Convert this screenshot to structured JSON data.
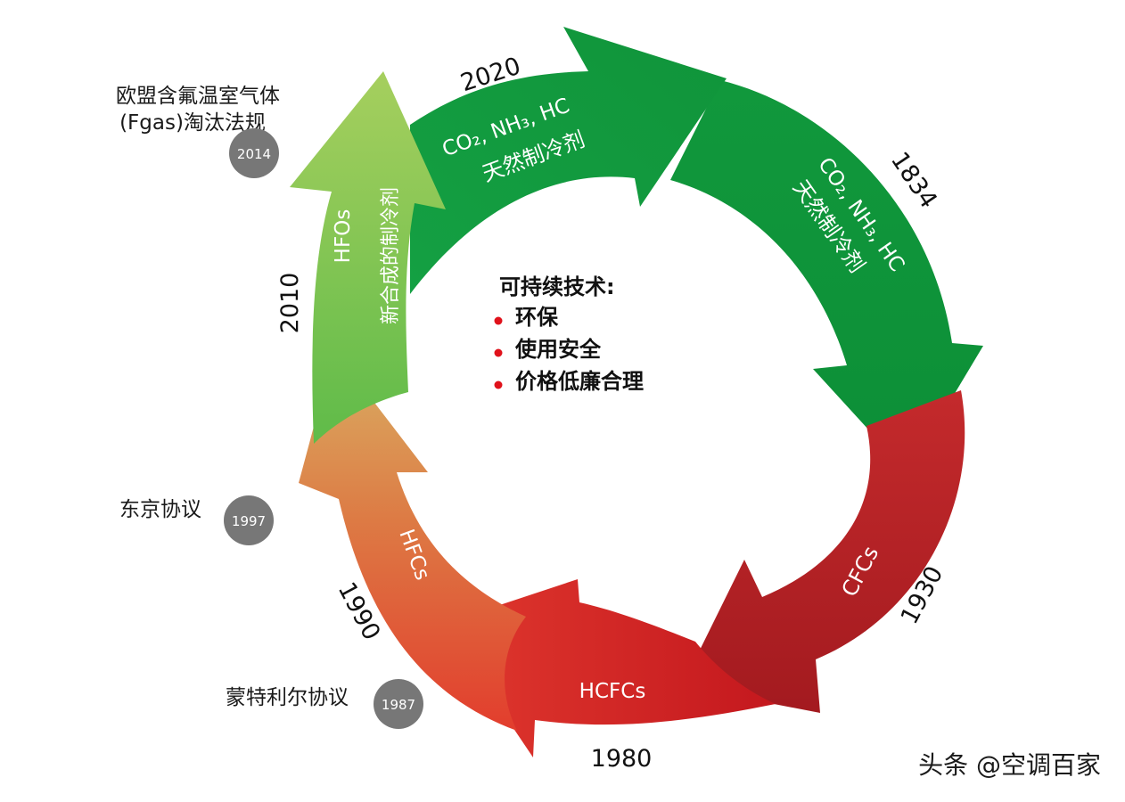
{
  "arrows": {
    "a2020": {
      "line1": "CO₂, NH₃, HC",
      "line2": "天然制冷剂"
    },
    "a1834": {
      "line1": "CO₂, NH₃, HC",
      "line2": "天然制冷剂"
    },
    "a2010": {
      "line1": "HFOs",
      "line2": "新合成的制冷剂"
    },
    "cfc": "CFCs",
    "hcfc": "HCFCs",
    "hfc": "HFCs"
  },
  "years": {
    "y2020": "2020",
    "y1834": "1834",
    "y2010": "2010",
    "y1930": "1930",
    "y1990": "1990",
    "y1980": "1980"
  },
  "events": [
    {
      "line1": "欧盟含氟温室气体",
      "line2": "(Fgas)淘汰法规",
      "badge": "2014"
    },
    {
      "line1": "东京协议",
      "badge": "1997"
    },
    {
      "line1": "蒙特利尔协议",
      "badge": "1987"
    }
  ],
  "center": {
    "title": "可持续技术:",
    "items": [
      "环保",
      "使用安全",
      "价格低廉合理"
    ],
    "bullet_color": "#e0121b"
  },
  "watermark": "头条 @空调百家",
  "colors": {
    "green_dark": "#0f9a3c",
    "green_light": "#a9d05a",
    "red_dark": "#b11d22",
    "orange": "#d9a25a",
    "badge": "#777777"
  }
}
